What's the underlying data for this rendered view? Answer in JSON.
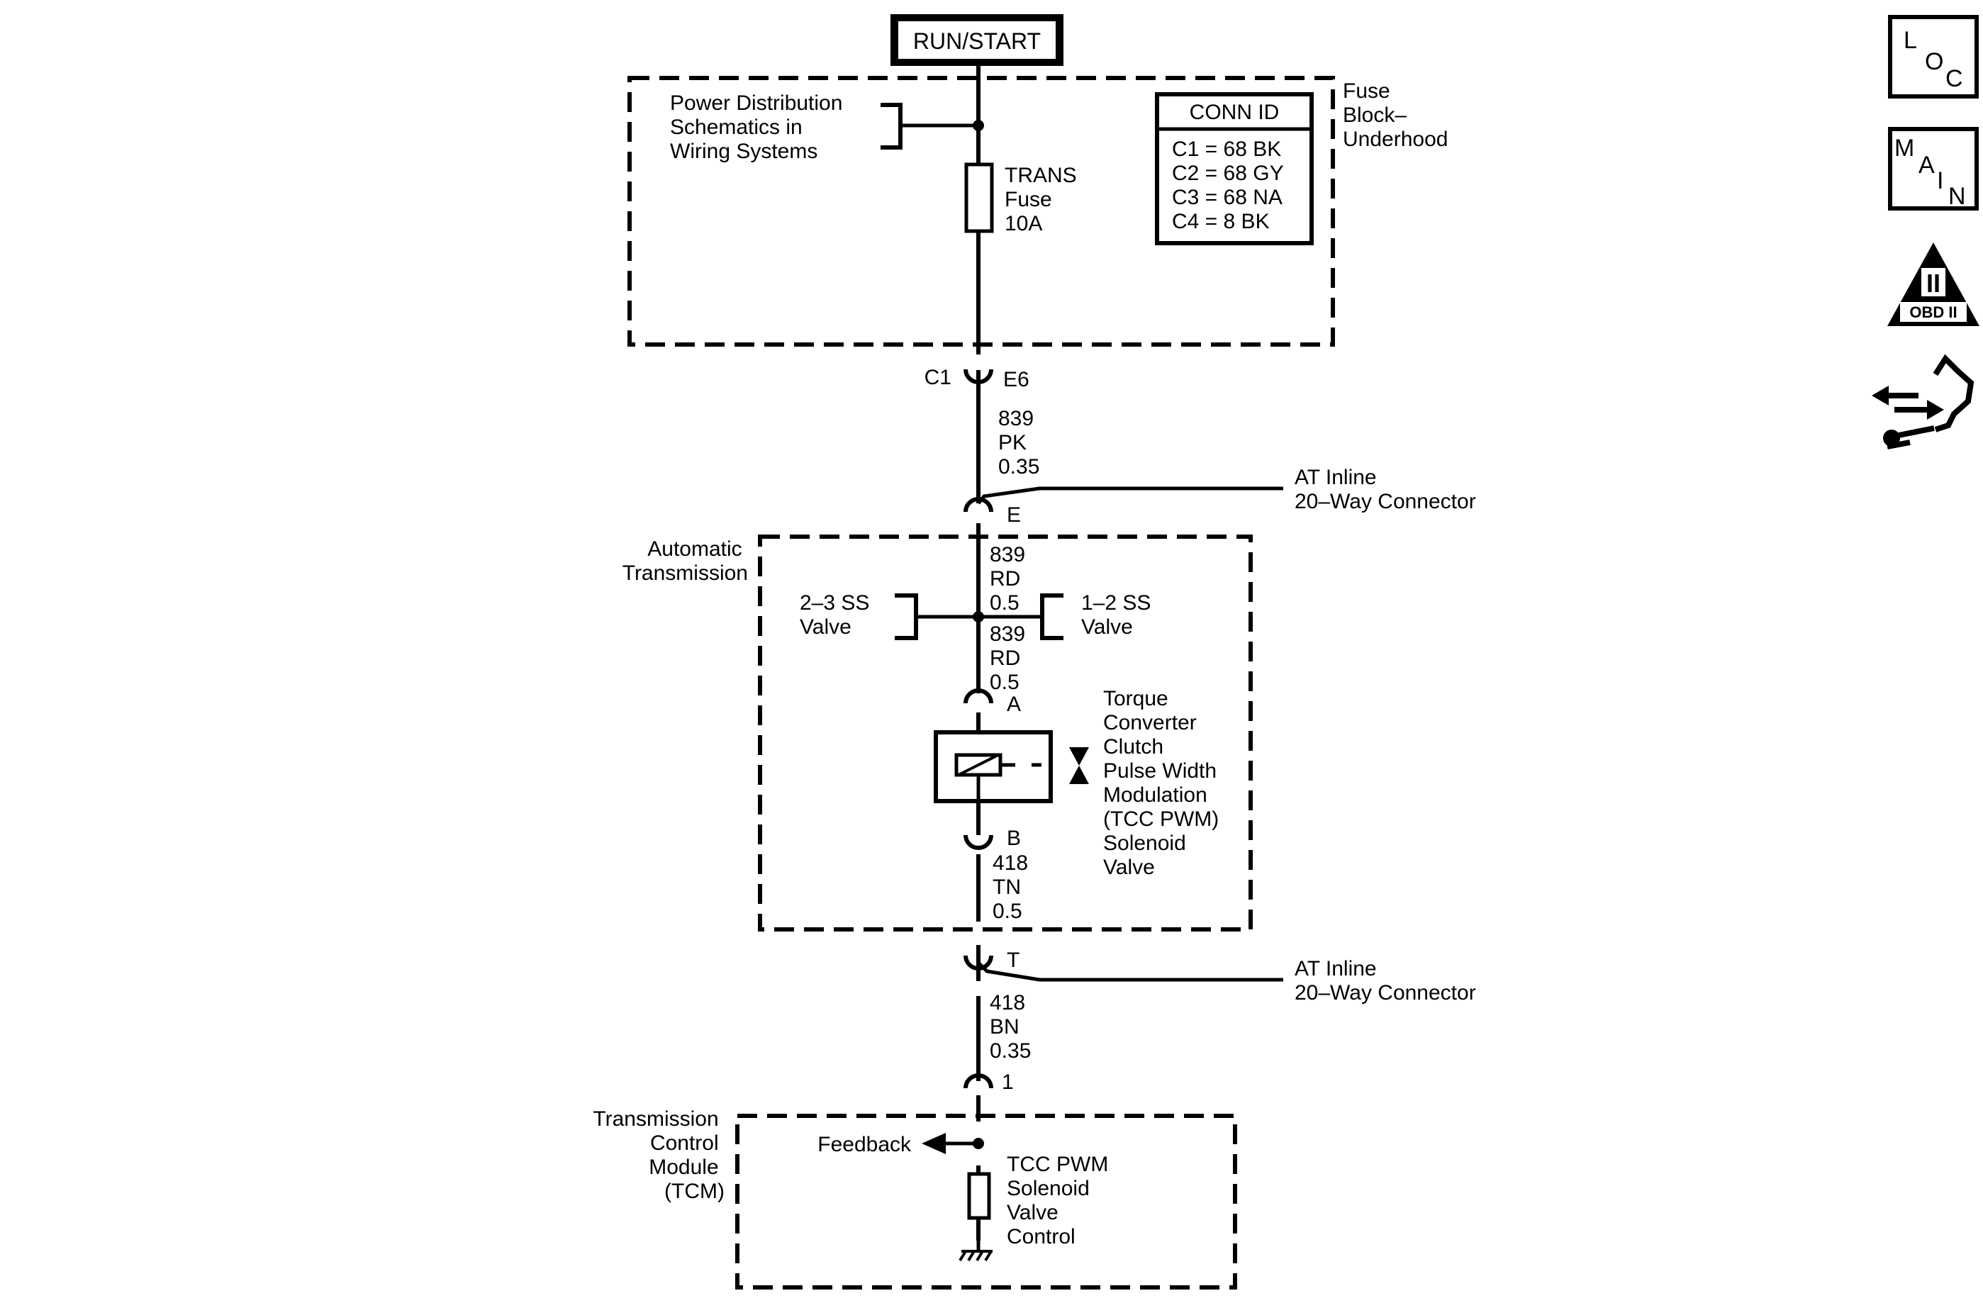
{
  "header": {
    "run_start": "RUN/START"
  },
  "fuse_block": {
    "power_dist": [
      "Power Distribution",
      "Schematics in",
      "Wiring Systems"
    ],
    "fuse_label": [
      "TRANS",
      "Fuse",
      "10A"
    ],
    "name": [
      "Fuse",
      "Block–",
      "Underhood"
    ],
    "conn_id": {
      "title": "CONN ID",
      "rows": [
        "C1 = 68 BK",
        "C2 = 68 GY",
        "C3 = 68 NA",
        "C4 = 8 BK"
      ]
    }
  },
  "connector_c1": {
    "name": "C1",
    "pin": "E6"
  },
  "wire_1": [
    "839",
    "PK",
    "0.35"
  ],
  "inline_connector_1": {
    "label": [
      "AT Inline",
      "20–Way Connector"
    ],
    "pin": "E"
  },
  "automatic_transmission": {
    "name": [
      "Automatic",
      "Transmission"
    ],
    "wire_2": [
      "839",
      "RD",
      "0.5"
    ],
    "valve_23": [
      "2–3 SS",
      "Valve"
    ],
    "valve_12": [
      "1–2 SS",
      "Valve"
    ],
    "wire_3": [
      "839",
      "RD",
      "0.5"
    ],
    "pin_a": "A",
    "solenoid_label": [
      "Torque",
      "Converter",
      "Clutch",
      "Pulse Width",
      "Modulation",
      "(TCC PWM)",
      "Solenoid",
      "Valve"
    ],
    "pin_b": "B",
    "wire_4": [
      "418",
      "TN",
      "0.5"
    ]
  },
  "inline_connector_2": {
    "label": [
      "AT Inline",
      "20–Way Connector"
    ],
    "pin": "T"
  },
  "wire_5": [
    "418",
    "BN",
    "0.35"
  ],
  "tcm_pin": "1",
  "tcm": {
    "name": [
      "Transmission",
      "Control",
      "Module",
      "(TCM)"
    ],
    "feedback": "Feedback",
    "control_label": [
      "TCC PWM",
      "Solenoid",
      "Valve",
      "Control"
    ]
  },
  "nav_icons": {
    "loc": {
      "icon": "loc-icon",
      "letters": [
        "L",
        "O",
        "C"
      ]
    },
    "main": {
      "icon": "main-icon",
      "letters": [
        "M",
        "A",
        "I",
        "N"
      ]
    },
    "obd": {
      "icon": "obd-ii-icon",
      "numeral": "II",
      "label": "OBD II"
    },
    "connector_end_view": {
      "icon": "connector-end-view-icon"
    }
  }
}
